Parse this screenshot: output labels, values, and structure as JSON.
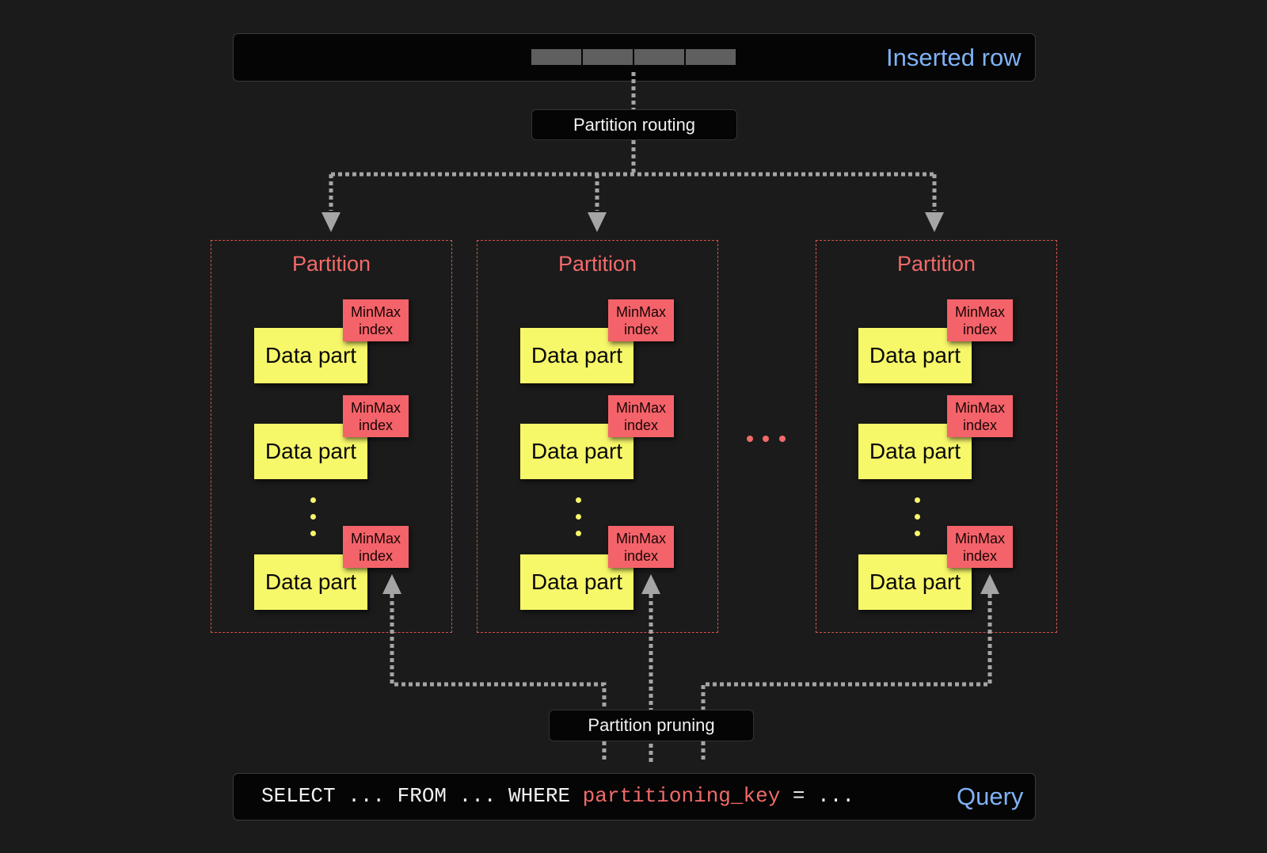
{
  "inserted_row": {
    "label": "Inserted row",
    "cell_count": 4
  },
  "routing": {
    "label": "Partition routing"
  },
  "partitions": [
    {
      "title": "Partition",
      "parts": [
        {
          "label": "Data part",
          "index_line1": "MinMax",
          "index_line2": "index"
        },
        {
          "label": "Data part",
          "index_line1": "MinMax",
          "index_line2": "index"
        },
        {
          "label": "Data part",
          "index_line1": "MinMax",
          "index_line2": "index"
        }
      ]
    },
    {
      "title": "Partition",
      "parts": [
        {
          "label": "Data part",
          "index_line1": "MinMax",
          "index_line2": "index"
        },
        {
          "label": "Data part",
          "index_line1": "MinMax",
          "index_line2": "index"
        },
        {
          "label": "Data part",
          "index_line1": "MinMax",
          "index_line2": "index"
        }
      ]
    },
    {
      "title": "Partition",
      "parts": [
        {
          "label": "Data part",
          "index_line1": "MinMax",
          "index_line2": "index"
        },
        {
          "label": "Data part",
          "index_line1": "MinMax",
          "index_line2": "index"
        },
        {
          "label": "Data part",
          "index_line1": "MinMax",
          "index_line2": "index"
        }
      ]
    }
  ],
  "pruning": {
    "label": "Partition pruning"
  },
  "query": {
    "prefix": "SELECT ... FROM ... WHERE ",
    "key": "partitioning_key",
    "suffix": " = ...",
    "label": "Query"
  },
  "colors": {
    "background": "#1b1b1b",
    "partition_accent": "#f26a6a",
    "data_part": "#f7f76a",
    "minmax_index": "#f4636a",
    "label_blue": "#7fb2f5",
    "arrow": "#a5a5a5"
  }
}
